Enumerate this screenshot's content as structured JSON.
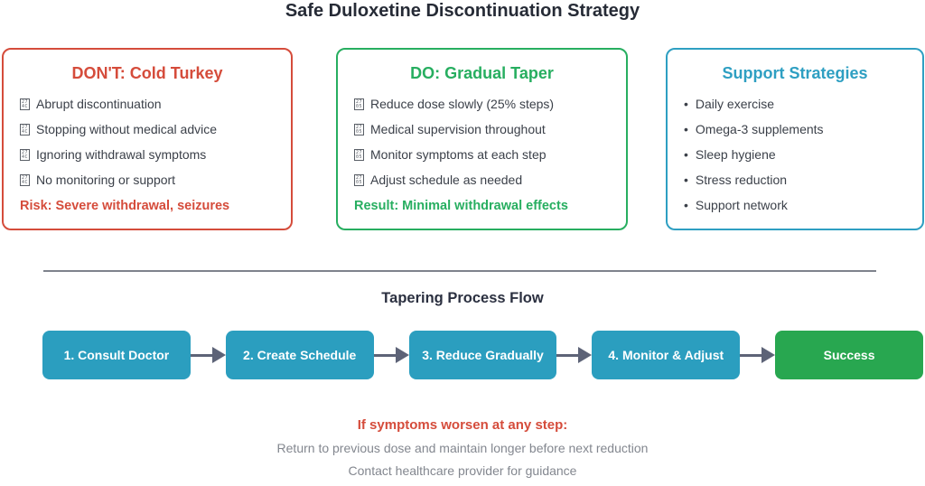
{
  "page_title": "Safe Duloxetine Discontinuation Strategy",
  "colors": {
    "dont_accent": "#d54c3b",
    "do_accent": "#27ae60",
    "support_accent": "#2e9fc2",
    "flow_step": "#2b9ebf",
    "flow_success": "#28a750",
    "arrow": "#5d6377",
    "divider": "#7e838c",
    "body_text": "#3b4049",
    "muted_text": "#83878f"
  },
  "cards": [
    {
      "title": "DON'T: Cold Turkey",
      "accent": "#d54c3b",
      "marker": "missing-glyph",
      "marker_hex": "274C",
      "items": [
        "Abrupt discontinuation",
        "Stopping without medical advice",
        "Ignoring withdrawal symptoms",
        "No monitoring or support"
      ],
      "footer": "Risk: Severe withdrawal, seizures"
    },
    {
      "title": "DO: Gradual Taper",
      "accent": "#27ae60",
      "marker": "missing-glyph",
      "marker_hex": "2705",
      "items": [
        "Reduce dose slowly (25% steps)",
        "Medical supervision throughout",
        "Monitor symptoms at each step",
        "Adjust schedule as needed"
      ],
      "footer": "Result: Minimal withdrawal effects"
    },
    {
      "title": "Support Strategies",
      "accent": "#2e9fc2",
      "marker": "bullet",
      "marker_hex": "",
      "items": [
        "Daily exercise",
        "Omega-3 supplements",
        "Sleep hygiene",
        "Stress reduction",
        "Support network"
      ],
      "footer": ""
    }
  ],
  "flow": {
    "title": "Tapering Process Flow",
    "steps": [
      {
        "label": "1. Consult Doctor",
        "type": "step"
      },
      {
        "label": "2. Create Schedule",
        "type": "step"
      },
      {
        "label": "3. Reduce Gradually",
        "type": "step"
      },
      {
        "label": "4. Monitor & Adjust",
        "type": "step"
      },
      {
        "label": "Success",
        "type": "success"
      }
    ]
  },
  "advisory": {
    "heading": "If symptoms worsen at any step:",
    "lines": [
      "Return to previous dose and maintain longer before next reduction",
      "Contact healthcare provider for guidance"
    ]
  }
}
